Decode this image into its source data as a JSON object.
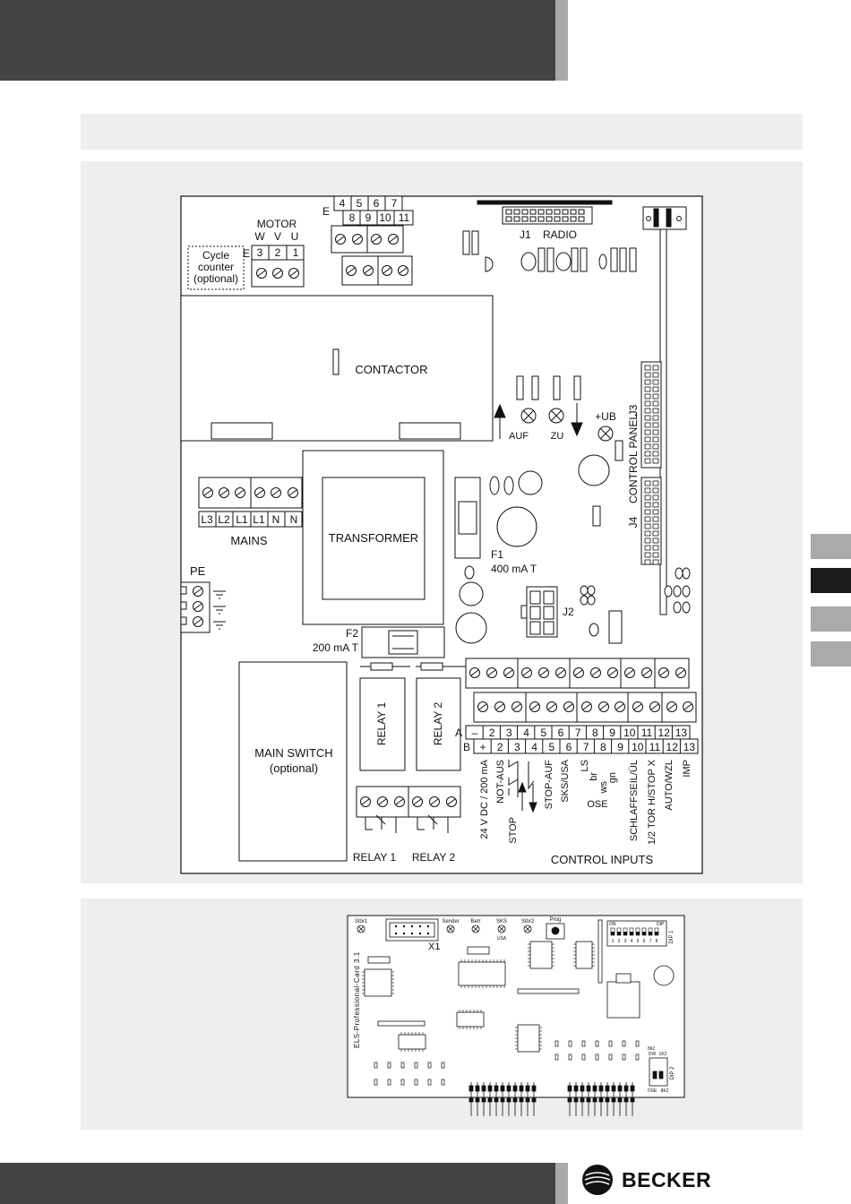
{
  "diagram": {
    "terminal_block_E_top": [
      "4",
      "5",
      "6",
      "7"
    ],
    "terminal_block_E_bottom": [
      "8",
      "9",
      "10",
      "11"
    ],
    "e_label": "E",
    "motor_label": "MOTOR",
    "motor_phases": [
      "W",
      "V",
      "U"
    ],
    "motor_terminals": [
      "3",
      "2",
      "1"
    ],
    "cycle_counter": [
      "Cycle",
      "counter",
      "(optional)"
    ],
    "j1_label": "J1",
    "radio_label": "RADIO",
    "contactor_label": "CONTACTOR",
    "auf_label": "AUF",
    "zu_label": "ZU",
    "ub_label": "+UB",
    "j3_label": "J3",
    "j4_label": "J4",
    "control_panel_label": "CONTROL PANEL",
    "mains_terminals": [
      "L3",
      "L2",
      "L1",
      "L1",
      "N",
      "N"
    ],
    "mains_label": "MAINS",
    "transformer_label": "TRANSFORMER",
    "pe_label": "PE",
    "f1_label": "F1",
    "f1_rating": "400 mA T",
    "f2_label": "F2",
    "f2_rating": "200 mA T",
    "j2_label": "J2",
    "relay1_label": "RELAY 1",
    "relay2_label": "RELAY 2",
    "main_switch": [
      "MAIN SWITCH",
      "(optional)"
    ],
    "row_a_label": "A",
    "row_b_label": "B",
    "row_a": [
      "–",
      "2",
      "3",
      "4",
      "5",
      "6",
      "7",
      "8",
      "9",
      "10",
      "11",
      "12",
      "13"
    ],
    "row_b": [
      "+",
      "2",
      "3",
      "4",
      "5",
      "6",
      "7",
      "8",
      "9",
      "10",
      "11",
      "12",
      "13"
    ],
    "input_labels": [
      "24 V DC / 200 mA",
      "NOT-AUS",
      "STOP",
      "STOP-AUF",
      "SKS/USA",
      "LS",
      "br",
      "ws",
      "gn",
      "SCHLAFFSEIL/ÜL",
      "1/2 TOR H/STOP X",
      "AUTO/WZL",
      "IMP"
    ],
    "ose_label": "OSE",
    "control_inputs_label": "CONTROL INPUTS"
  },
  "card": {
    "name": "ELS-Professional-Card 3.1",
    "leds": [
      "Stör1",
      "Sender",
      "Betr",
      "SKS",
      "USA",
      "Stör2"
    ],
    "prog_label": "Prog",
    "x1_label": "X1",
    "dip1_on": "ON",
    "dip1_label": "DIP",
    "dip1_num": "DIP 1",
    "dip1_numbers": [
      "1",
      "2",
      "3",
      "4",
      "5",
      "6",
      "7",
      "8"
    ],
    "dip2_top": [
      "8k2",
      "DW",
      "1K2"
    ],
    "dip2_on": "ON",
    "dip2_numbers": [
      "1",
      "2"
    ],
    "dip2_label": "DIP 2",
    "dip2_bottom": [
      "OSE",
      "8K2"
    ]
  },
  "brand": {
    "name": "BECKER"
  }
}
